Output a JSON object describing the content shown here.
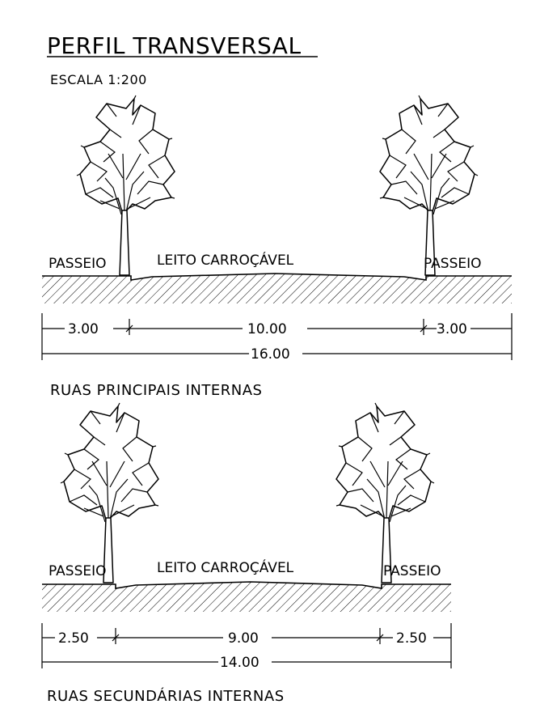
{
  "title": "PERFIL TRANSVERSAL",
  "scale": "ESCALA 1:200",
  "sections": [
    {
      "caption": "RUAS PRINCIPAIS INTERNAS",
      "sidewalk_left_label": "PASSEIO",
      "roadway_label": "LEITO CARROÇÁVEL",
      "sidewalk_right_label": "PASSEIO",
      "dim_left": "3.00",
      "dim_middle": "10.00",
      "dim_right": "3.00",
      "dim_total": "16.00"
    },
    {
      "caption": "RUAS SECUNDÁRIAS INTERNAS",
      "sidewalk_left_label": "PASSEIO",
      "roadway_label": "LEITO CARROÇÁVEL",
      "sidewalk_right_label": "PASSEIO",
      "dim_left": "2.50",
      "dim_middle": "9.00",
      "dim_right": "2.50",
      "dim_total": "14.00"
    }
  ]
}
